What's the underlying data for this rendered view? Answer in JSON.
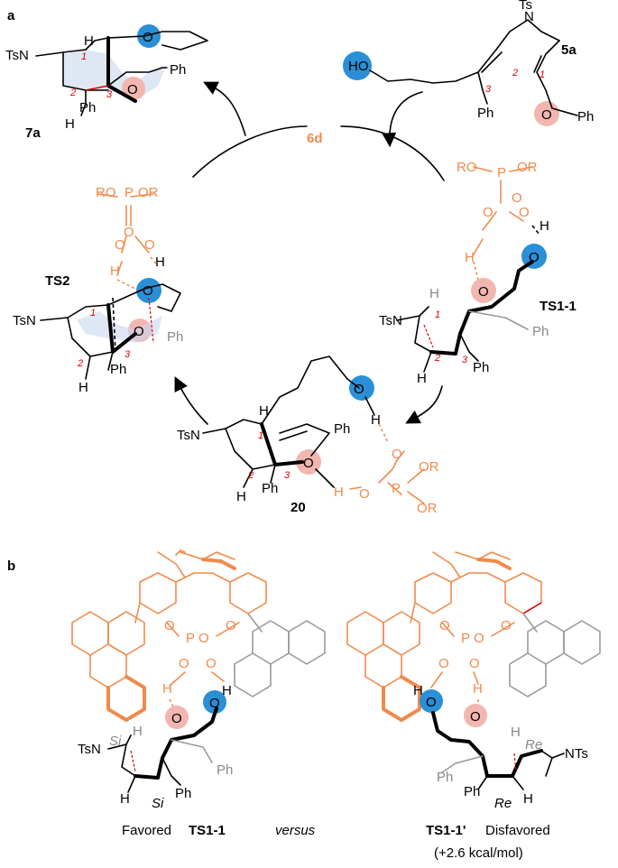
{
  "panels": {
    "a": "a",
    "b": "b"
  },
  "compounds": {
    "c7a": "7a",
    "c5a": "5a",
    "c6d": "6d",
    "ts2": "TS2",
    "ts1": "TS1-1",
    "c20": "20"
  },
  "atoms": {
    "TsN": "TsN",
    "NTs": "NTs",
    "Ts": "Ts",
    "N": "N",
    "Ph": "Ph",
    "H": "H",
    "O": "O",
    "HO": "HO",
    "RO": "RO",
    "OR": "OR",
    "P": "P"
  },
  "locants": {
    "one": "1",
    "two": "2",
    "three": "3"
  },
  "faces": {
    "si": "Si",
    "re": "Re"
  },
  "panel_b": {
    "favored": "Favored",
    "ts_left": "TS1-1",
    "versus": "versus",
    "ts_right": "TS1-1'",
    "disfavored": "Disfavored",
    "energy": "(+2.6 kcal/mol)"
  },
  "colors": {
    "catalyst": "#f08a4b",
    "hydroxyl_highlight": "#2a8fd6",
    "carbonyl_highlight": "#f2b6b0",
    "bond_formation": "#dd0000"
  }
}
